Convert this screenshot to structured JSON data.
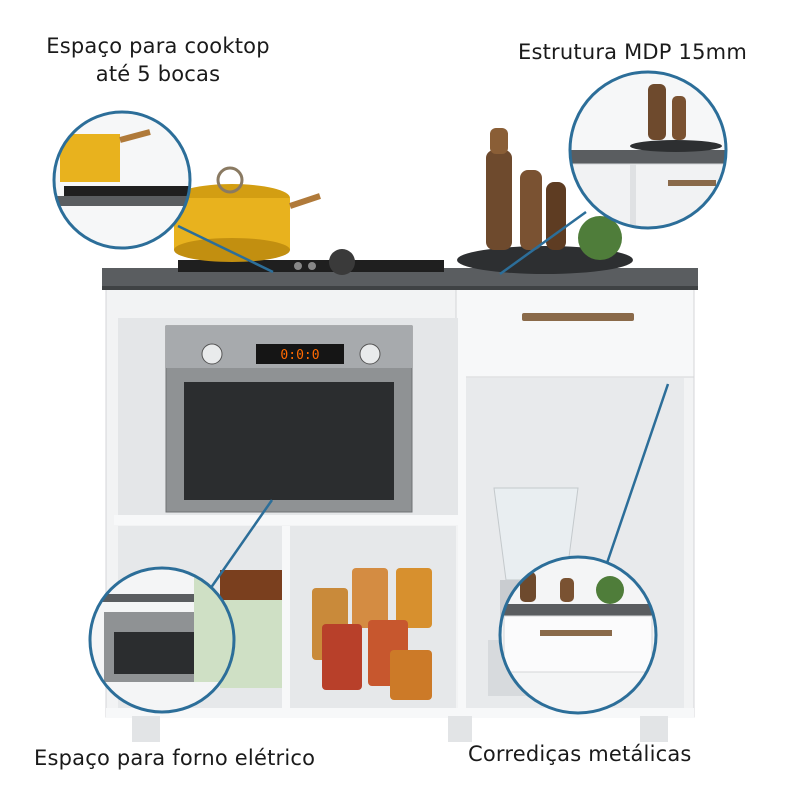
{
  "callouts": {
    "cooktop": {
      "line1": "Espaço para cooktop",
      "line2": "até 5 bocas"
    },
    "structure": "Estrutura MDP 15mm",
    "oven": "Espaço para forno elétrico",
    "slides": "Corrediças metálicas"
  },
  "oven_display": "0:0:0",
  "colors": {
    "cabinet": "#f2f3f4",
    "countertop": "#5a5d60",
    "leader_line": "#2c6e99",
    "handle": "#8a6a4a",
    "pot": "#e8b21e"
  }
}
